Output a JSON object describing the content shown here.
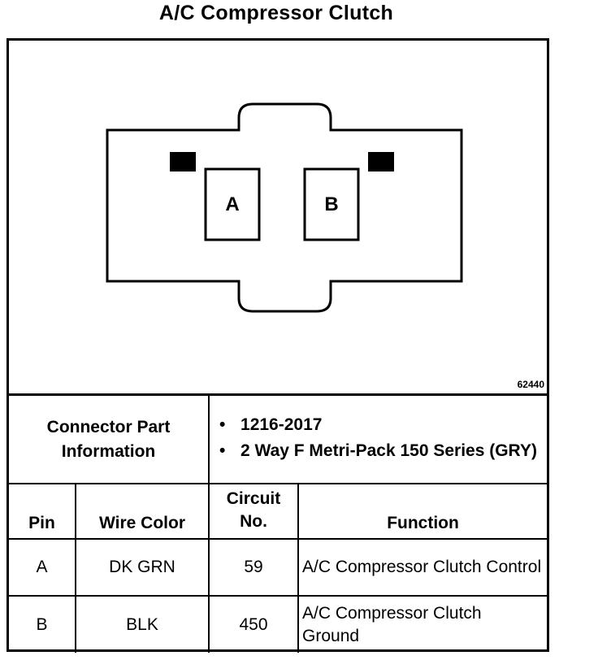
{
  "title": "A/C Compressor Clutch",
  "figure_id": "62440",
  "connector": {
    "pin_labels": [
      "A",
      "B"
    ]
  },
  "part_info": {
    "label": "Connector Part Information",
    "items": [
      "1216-2017",
      "2 Way F Metri-Pack 150 Series (GRY)"
    ]
  },
  "table": {
    "headers": {
      "pin": "Pin",
      "wire_color": "Wire Color",
      "circuit": "Circuit No.",
      "function": "Function"
    },
    "rows": [
      {
        "pin": "A",
        "wire_color": "DK GRN",
        "circuit": "59",
        "function": "A/C Compressor Clutch Control"
      },
      {
        "pin": "B",
        "wire_color": "BLK",
        "circuit": "450",
        "function": "A/C Compressor Clutch Ground"
      }
    ]
  }
}
